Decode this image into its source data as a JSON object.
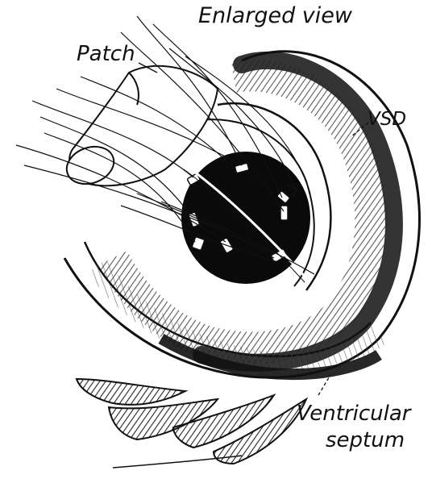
{
  "figure": {
    "title": "Enlarged view",
    "labels": {
      "patch": "Patch",
      "vsd": "VSD",
      "ventricular_line1": "Ventricular",
      "ventricular_line2": "septum"
    }
  }
}
